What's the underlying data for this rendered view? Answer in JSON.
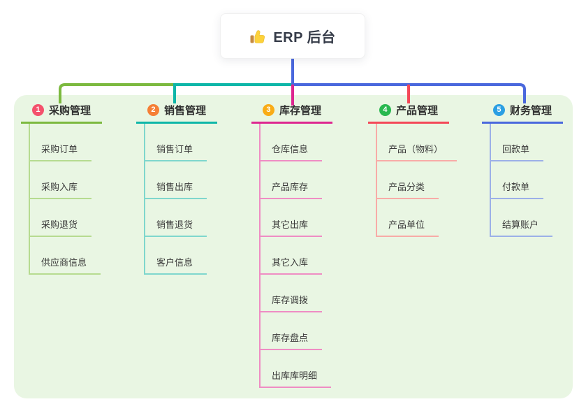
{
  "root": {
    "title": "ERP 后台",
    "icon": "thumbs-up-icon"
  },
  "colors": {
    "stem_blue": "#4a68dd",
    "panel_bg": "#e9f6e3",
    "root_box_bg": "#ffffff",
    "title_text": "#2f2f2f",
    "item_text": "#3a3a3a"
  },
  "branches": [
    {
      "number": "1",
      "label": "采购管理",
      "color": "#7cb93f",
      "light_color": "#b6db90",
      "badge_color": "#f4516c",
      "items": [
        "采购订单",
        "采购入库",
        "采购退货",
        "供应商信息"
      ]
    },
    {
      "number": "2",
      "label": "销售管理",
      "color": "#0eb6a8",
      "light_color": "#7fd7cd",
      "badge_color": "#f57f35",
      "items": [
        "销售订单",
        "销售出库",
        "销售退货",
        "客户信息"
      ]
    },
    {
      "number": "3",
      "label": "库存管理",
      "color": "#dd2790",
      "light_color": "#ef8dc4",
      "badge_color": "#f9ac17",
      "items": [
        "仓库信息",
        "产品库存",
        "其它出库",
        "其它入库",
        "库存调拨",
        "库存盘点",
        "出库库明细"
      ]
    },
    {
      "number": "4",
      "label": "产品管理",
      "color": "#f44858",
      "light_color": "#f8aba7",
      "badge_color": "#28b84f",
      "items": [
        "产品（物料）",
        "产品分类",
        "产品单位"
      ]
    },
    {
      "number": "5",
      "label": "财务管理",
      "color": "#4a68dd",
      "light_color": "#9cb0e8",
      "badge_color": "#2b9fe3",
      "items": [
        "回款单",
        "付款单",
        "结算账户"
      ]
    }
  ]
}
